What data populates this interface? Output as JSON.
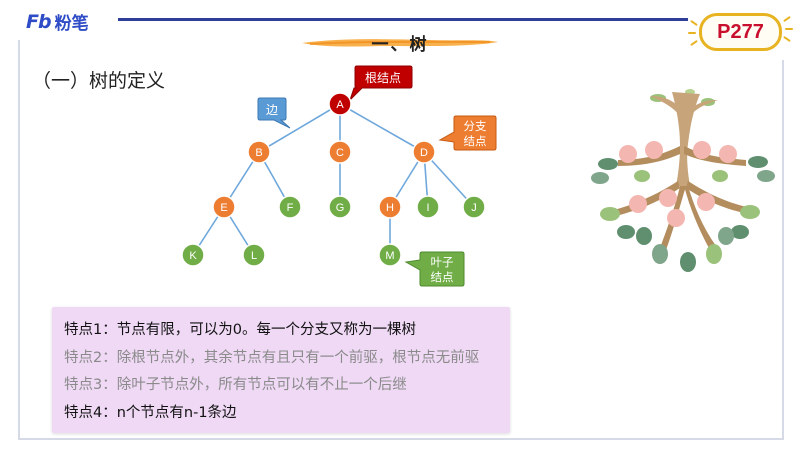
{
  "brand": {
    "logo_mark": "Fb",
    "logo_text": "粉笔"
  },
  "page_badge": "P277",
  "page_title": "一、树",
  "section_heading": "（一）树的定义",
  "tree": {
    "nodes": [
      "A",
      "B",
      "C",
      "D",
      "E",
      "F",
      "G",
      "H",
      "I",
      "J",
      "K",
      "L",
      "M"
    ],
    "edges": [
      [
        "A",
        "B"
      ],
      [
        "A",
        "C"
      ],
      [
        "A",
        "D"
      ],
      [
        "B",
        "E"
      ],
      [
        "B",
        "F"
      ],
      [
        "C",
        "G"
      ],
      [
        "D",
        "H"
      ],
      [
        "D",
        "I"
      ],
      [
        "D",
        "J"
      ],
      [
        "E",
        "K"
      ],
      [
        "E",
        "L"
      ],
      [
        "H",
        "M"
      ]
    ],
    "callouts": {
      "root": "根结点",
      "edge": "边",
      "branch_line1": "分支",
      "branch_line2": "结点",
      "leaf_line1": "叶子",
      "leaf_line2": "结点"
    }
  },
  "colors": {
    "root": "#c00000",
    "branch": "#ed7d31",
    "leaf": "#70ad47",
    "edge_callout": "#5b9bd5",
    "box": "#efd9f5",
    "accent": "#2f3f99",
    "badge_border": "#e8b321",
    "badge_text": "#c8102e"
  },
  "features": [
    {
      "text": "特点1：节点有限，可以为0。每一个分支又称为一棵树",
      "style": "strong"
    },
    {
      "text": "特点2：除根节点外，其余节点有且只有一个前驱，根节点无前驱",
      "style": "dim"
    },
    {
      "text": "特点3：除叶子节点外，所有节点可以有不止一个后继",
      "style": "dim"
    },
    {
      "text": "特点4：n个节点有n-1条边",
      "style": "strong"
    }
  ]
}
